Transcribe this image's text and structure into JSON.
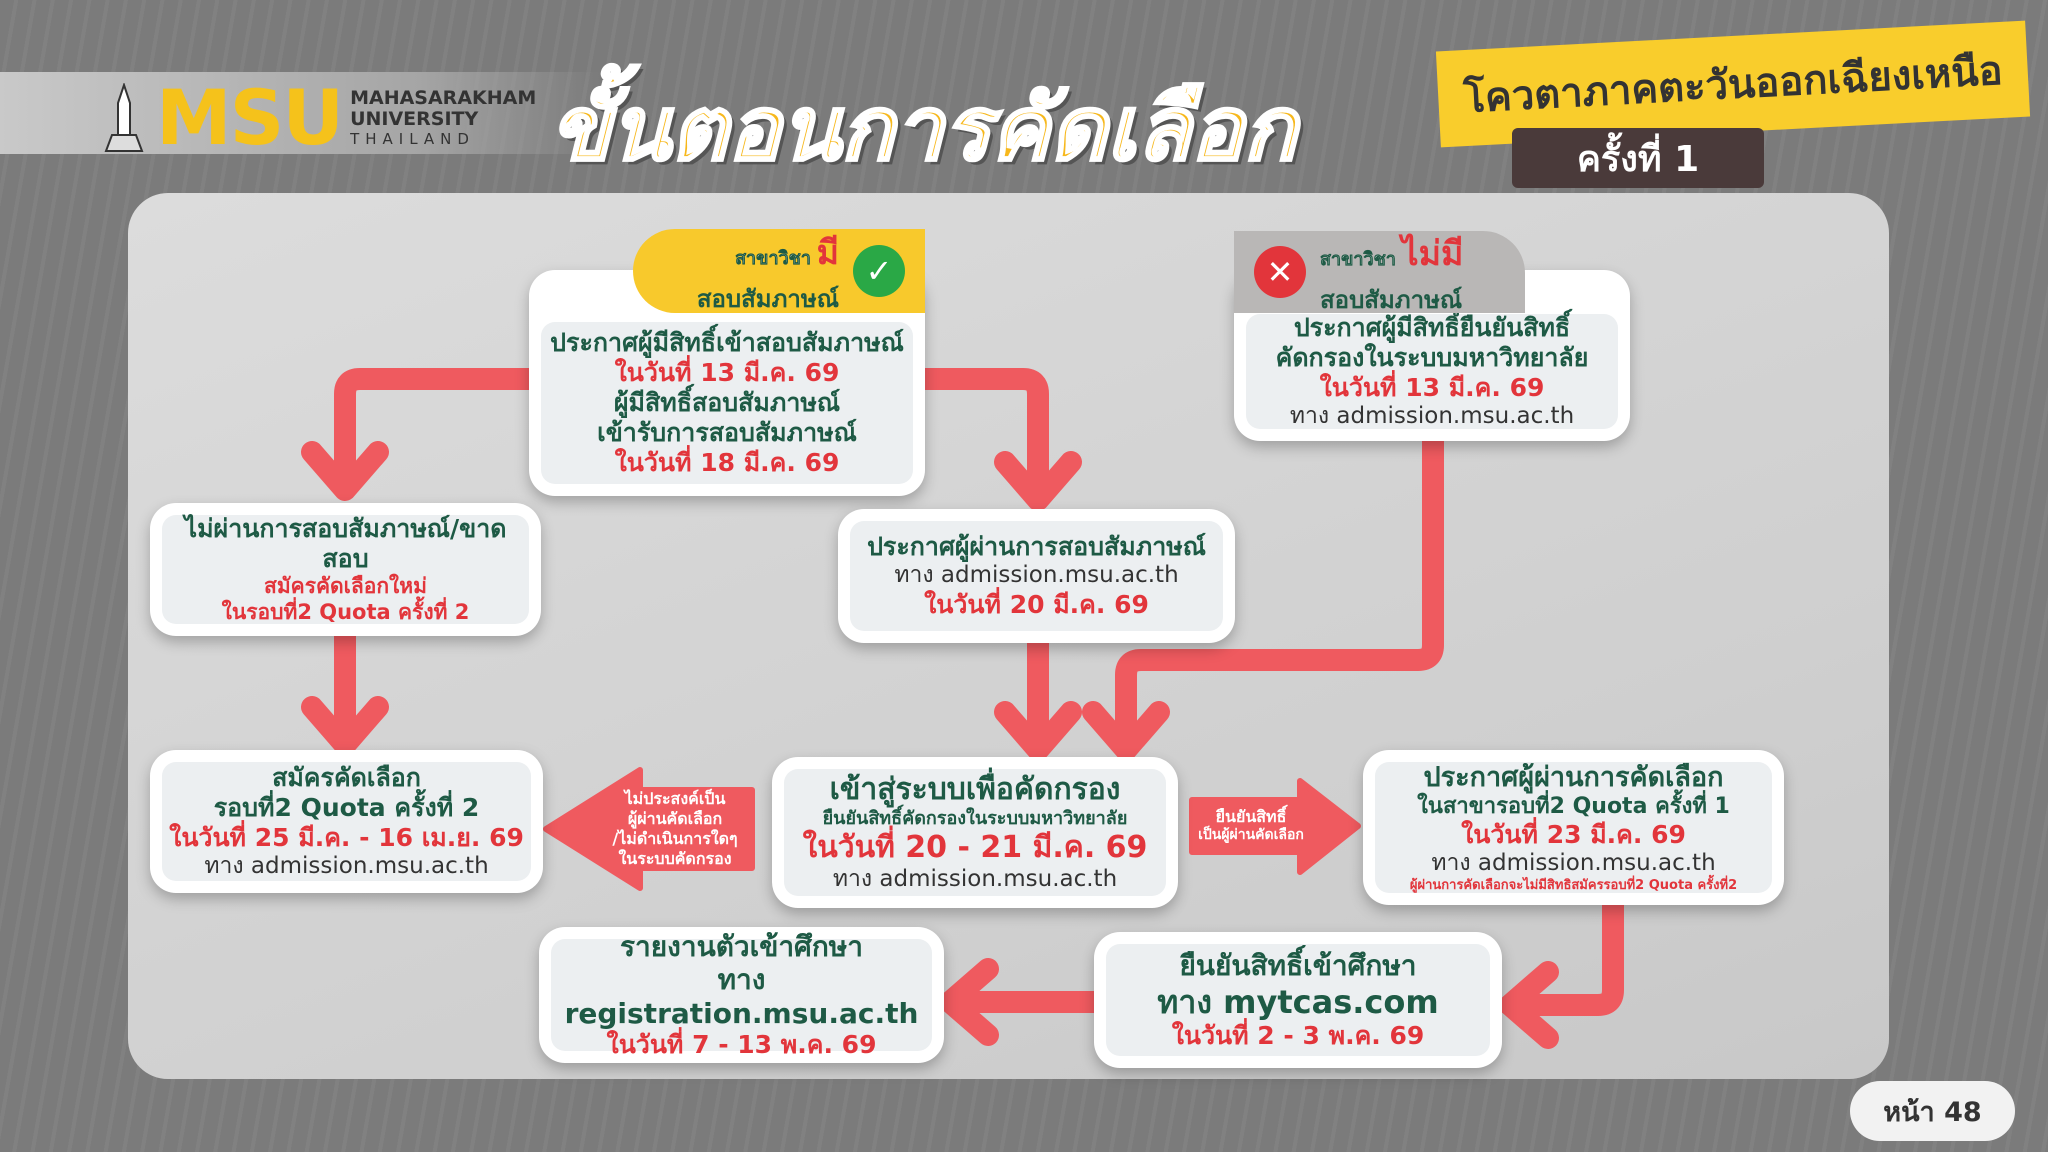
{
  "header": {
    "logo_text": "MSU",
    "logo_line1": "MAHASARAKHAM",
    "logo_line2": "UNIVERSITY",
    "logo_line3": "THAILAND",
    "title": "ขั้นตอนการคัดเลือก",
    "region": "โควตาภาคตะวันออกเฉียงเหนือ",
    "round": "ครั้งที่ 1"
  },
  "tags": {
    "yes": {
      "small": "สาขาวิชา",
      "highlight": "มี",
      "main": "สอบสัมภาษณ์"
    },
    "no": {
      "small": "สาขาวิชา",
      "highlight": "ไม่มี",
      "main": "สอบสัมภาษณ์"
    }
  },
  "boxes": {
    "interview_announce": {
      "l1": "ประกาศผู้มีสิทธิ์เข้าสอบสัมภาษณ์",
      "d1": "ในวันที่ 13 มี.ค. 69",
      "l2": "ผู้มีสิทธิ์สอบสัมภาษณ์",
      "l3": "เข้ารับการสอบสัมภาษณ์",
      "d2": "ในวันที่ 18 มี.ค. 69"
    },
    "no_interview": {
      "l1": "ประกาศผู้มีสิทธิ์ยืนยันสิทธิ์",
      "l2": "คัดกรองในระบบมหาวิทยาลัย",
      "d1": "ในวันที่ 13 มี.ค. 69",
      "url": "ทาง admission.msu.ac.th"
    },
    "fail": {
      "l1": "ไม่ผ่านการสอบสัมภาษณ์/ขาดสอบ",
      "r1": "สมัครคัดเลือกใหม่",
      "r2": "ในรอบที่2 Quota ครั้งที่ 2"
    },
    "pass": {
      "l1": "ประกาศผู้ผ่านการสอบสัมภาษณ์",
      "url": "ทาง admission.msu.ac.th",
      "d1": "ในวันที่ 20 มี.ค. 69"
    },
    "apply2": {
      "l1": "สมัครคัดเลือก",
      "l2": "รอบที่2 Quota ครั้งที่ 2",
      "d1": "ในวันที่ 25 มี.ค. - 16 เม.ย. 69",
      "url": "ทาง admission.msu.ac.th"
    },
    "screen": {
      "l1": "เข้าสู่ระบบเพื่อคัดกรอง",
      "l2": "ยืนยันสิทธิ์คัดกรองในระบบมหาวิทยาลัย",
      "d1": "ในวันที่ 20 - 21 มี.ค. 69",
      "url": "ทาง admission.msu.ac.th"
    },
    "result": {
      "l1": "ประกาศผู้ผ่านการคัดเลือก",
      "l2": "ในสาขารอบที่2 Quota ครั้งที่ 1",
      "d1": "ในวันที่ 23 มี.ค. 69",
      "url": "ทาง admission.msu.ac.th",
      "note": "ผู้ผ่านการคัดเลือกจะไม่มีสิทธิสมัครรอบที่2 Quota ครั้งที่2"
    },
    "confirm": {
      "l1": "ยืนยันสิทธิ์เข้าศึกษา",
      "l2": "ทาง mytcas.com",
      "d1": "ในวันที่ 2 - 3 พ.ค. 69"
    },
    "report": {
      "l1": "รายงานตัวเข้าศึกษา",
      "l2": "ทาง registration.msu.ac.th",
      "d1": "ในวันที่ 7 - 13 พ.ค. 69"
    }
  },
  "arrow_labels": {
    "decline": [
      "ไม่ประสงค์เป็น",
      "ผู้ผ่านคัดเลือก",
      "/ไม่ดำเนินการใดๆ",
      "ในระบบคัดกรอง"
    ],
    "accept": [
      "ยืนยันสิทธิ์",
      "เป็นผู้ผ่านคัดเลือก"
    ]
  },
  "page": "หน้า 48",
  "colors": {
    "arrow": "#ef5a5f",
    "yellow": "#f8c92c",
    "green": "#1e5a45",
    "red": "#e2353b"
  }
}
